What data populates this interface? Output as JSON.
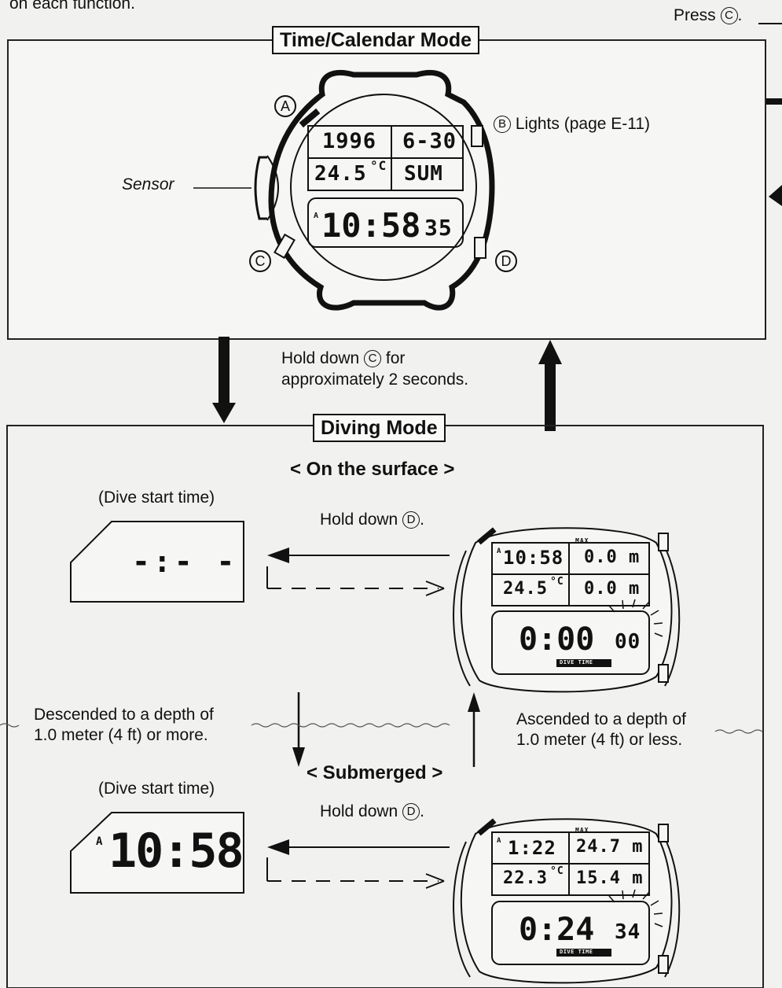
{
  "header": {
    "intro_fragment": "on each function.",
    "press_prefix": "Press",
    "press_button": "C",
    "press_suffix": "."
  },
  "time_calendar": {
    "title": "Time/Calendar Mode",
    "sensor_label": "Sensor",
    "lights_button": "B",
    "lights_label": "Lights (page E-11)",
    "buttons": {
      "a": "A",
      "c": "C",
      "d": "D"
    },
    "display": {
      "year": "1996",
      "date": "6-30",
      "temp": "24.5",
      "temp_unit": "°C",
      "weekday": "SUM",
      "pm_marker": "A",
      "time": "10:58",
      "seconds": "35"
    }
  },
  "transition": {
    "prefix": "Hold down",
    "button": "C",
    "line1_suffix": "for",
    "line2": "approximately 2 seconds."
  },
  "diving": {
    "title": "Diving Mode",
    "surface": {
      "heading": "< On the surface >",
      "dive_start_label": "(Dive start time)",
      "dive_start_value": "-:- -",
      "hold_prefix": "Hold down",
      "hold_button": "D",
      "hold_suffix": ".",
      "display": {
        "time_marker": "A",
        "time": "10:58",
        "max_label": "MAX",
        "max_depth": "0.0 m",
        "temp": "24.5",
        "temp_unit": "°C",
        "depth": "0.0 m",
        "dive_time": "0:00",
        "dive_time_sub": "00",
        "dive_time_label": "DIVE TIME"
      }
    },
    "descended": {
      "line1": "Descended to a depth of",
      "line2": "1.0 meter (4 ft) or more."
    },
    "ascended": {
      "line1": "Ascended to a depth of",
      "line2": "1.0 meter (4 ft) or less."
    },
    "submerged": {
      "heading": "< Submerged >",
      "dive_start_label": "(Dive start time)",
      "dive_start_marker": "A",
      "dive_start_value": "10:58",
      "hold_prefix": "Hold down",
      "hold_button": "D",
      "hold_suffix": ".",
      "display": {
        "time_marker": "A",
        "time": "1:22",
        "max_label": "MAX",
        "max_depth": "24.7 m",
        "temp": "22.3",
        "temp_unit": "°C",
        "depth": "15.4 m",
        "dive_time": "0:24",
        "dive_time_sub": "34",
        "dive_time_label": "DIVE TIME"
      }
    }
  }
}
